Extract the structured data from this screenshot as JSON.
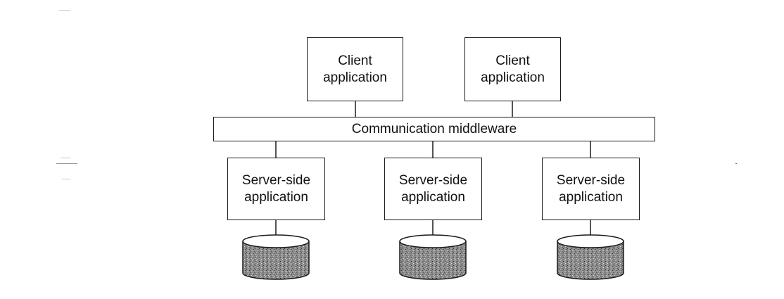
{
  "diagram": {
    "clients": [
      {
        "label": "Client\napplication"
      },
      {
        "label": "Client\napplication"
      }
    ],
    "middleware": {
      "label": "Communication middleware"
    },
    "servers": [
      {
        "label": "Server-side\napplication"
      },
      {
        "label": "Server-side\napplication"
      },
      {
        "label": "Server-side\napplication"
      }
    ],
    "databases": [
      {
        "icon": "database-icon"
      },
      {
        "icon": "database-icon"
      },
      {
        "icon": "database-icon"
      }
    ],
    "colors": {
      "stroke": "#1a1a1a",
      "box_fill": "#ffffff",
      "db_fill": "#8a8a8a"
    }
  }
}
